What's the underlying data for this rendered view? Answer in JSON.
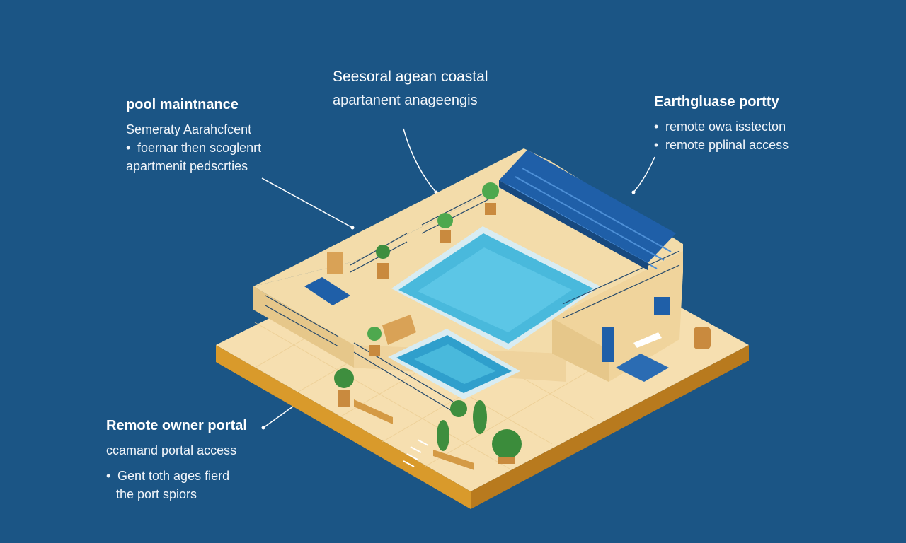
{
  "labels": {
    "top_left": {
      "title": "pool maintnance",
      "lines": [
        "Semeraty Aarahcfcent",
        "foernar then scoglenrt",
        "apartmenit pedscrties"
      ]
    },
    "top_center": {
      "title": "Seesoral agean coastal",
      "lines": [
        "apartanent anageengis"
      ]
    },
    "top_right": {
      "title": "Earthgluase portty",
      "lines": [
        "remote owa isstecton",
        "remote pplinal access"
      ]
    },
    "bottom_left": {
      "title": "Remote owner portal",
      "lines": [
        "ccamand portal access",
        "Gent toth ages fierd",
        "the port spiors"
      ]
    }
  },
  "colors": {
    "background": "#1b5585",
    "wall": "#f3dcaa",
    "wall_side": "#e6c78a",
    "slab_edge": "#d99a2b",
    "floor": "#f6dfb0",
    "pool": "#49b9dc",
    "pool_deep": "#2f9fcc",
    "awning": "#1f5fa8",
    "plant": "#3e8e3e",
    "pot": "#c98a3e"
  }
}
